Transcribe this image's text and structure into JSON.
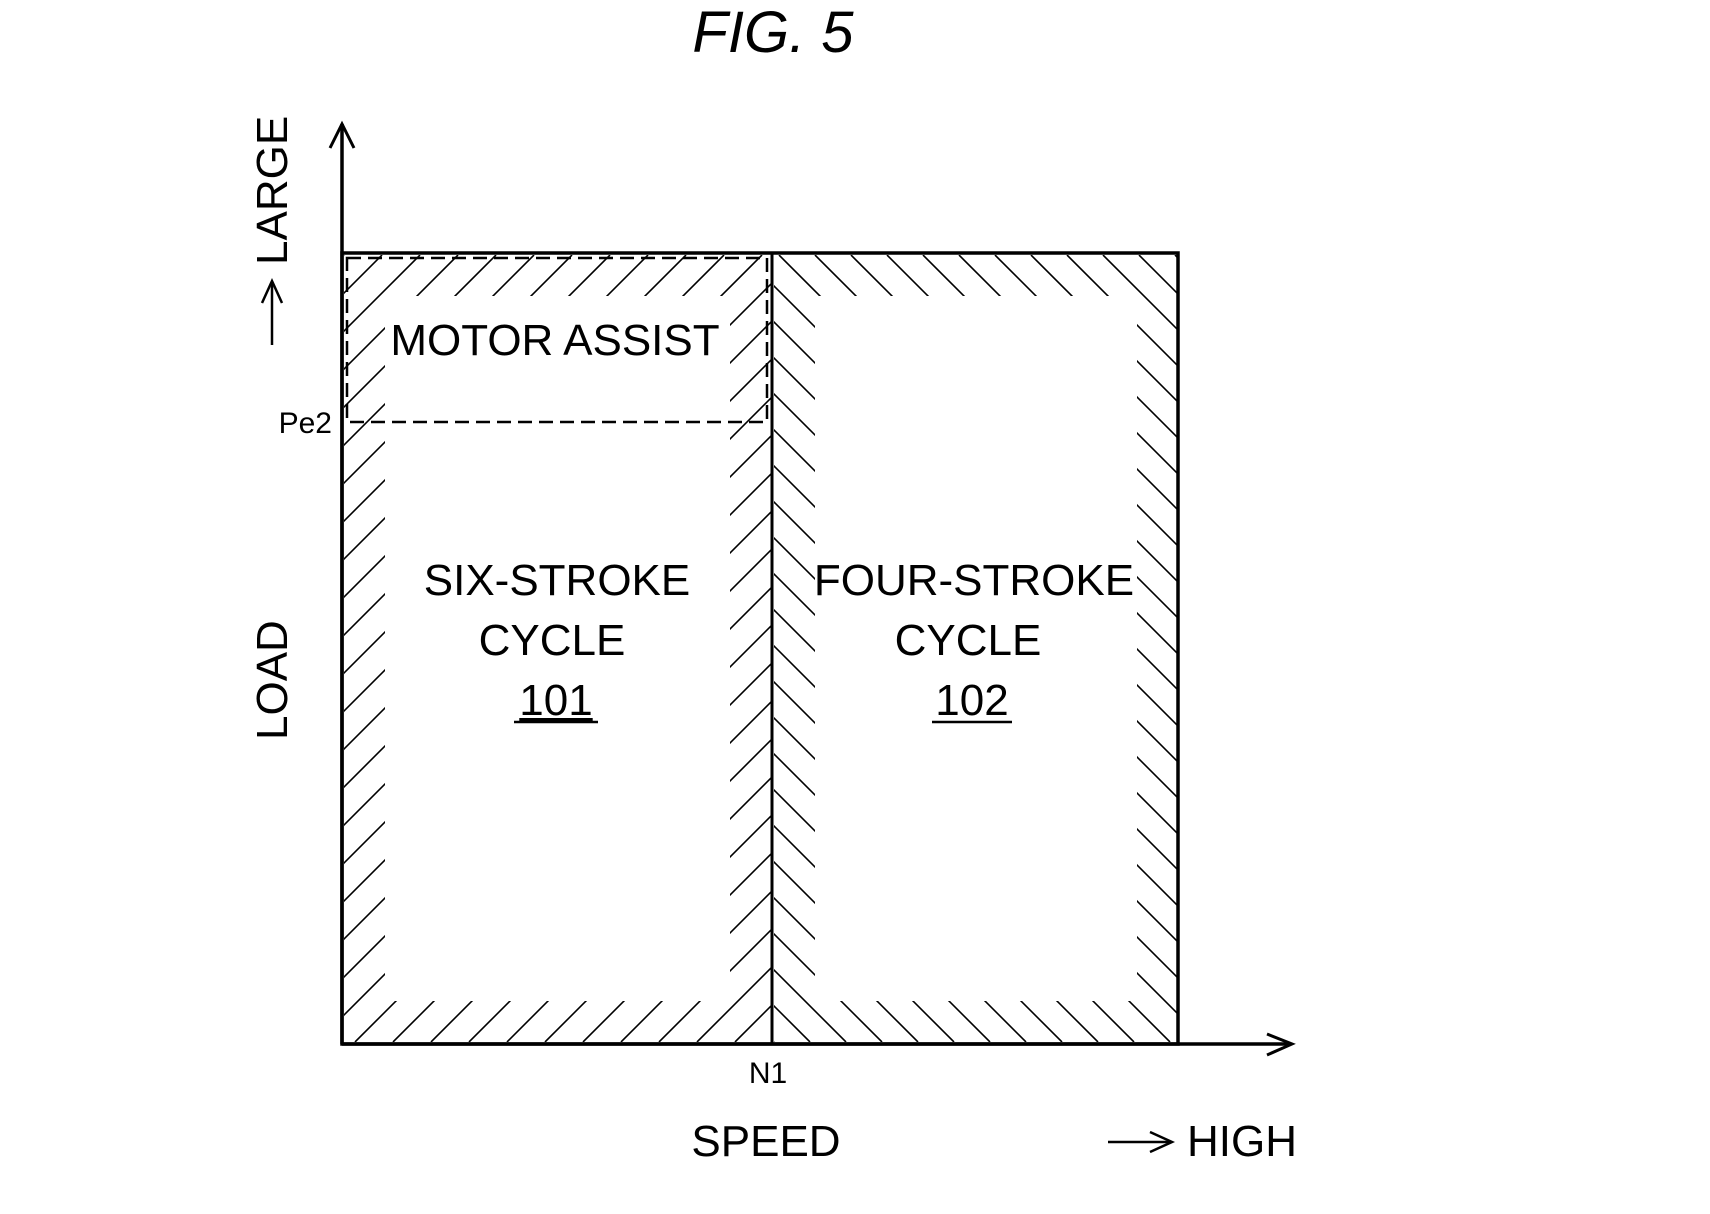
{
  "figure": {
    "title": "FIG. 5",
    "y_axis": {
      "label": "LOAD",
      "direction_label": "LARGE",
      "tick_label": "Pe2"
    },
    "x_axis": {
      "label": "SPEED",
      "direction_label": "HIGH",
      "tick_label": "N1"
    },
    "regions": [
      {
        "id": "six-stroke",
        "line1": "SIX-STROKE",
        "line2": "CYCLE",
        "ref": "101",
        "hatch": "forward-slash"
      },
      {
        "id": "four-stroke",
        "line1": "FOUR-STROKE",
        "line2": "CYCLE",
        "ref": "102",
        "hatch": "back-slash"
      }
    ],
    "sub_region": {
      "label": "MOTOR ASSIST",
      "bounds": "load above Pe2, speed below N1",
      "border": "dashed"
    }
  },
  "colors": {
    "ink": "#000000",
    "background": "#ffffff"
  }
}
